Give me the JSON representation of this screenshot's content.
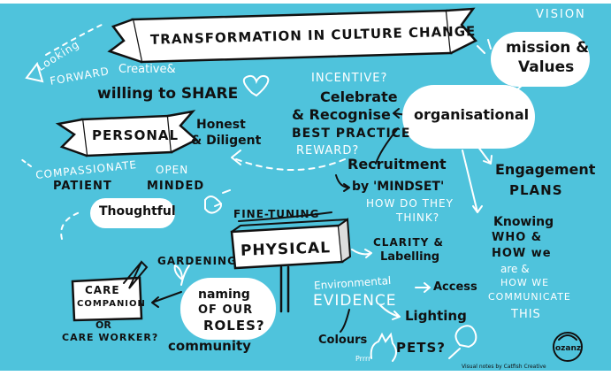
{
  "title": "TRANSFORMATION IN CULTURE CHANGE",
  "vision": "VISION",
  "mission_values": [
    "mission &",
    "Values"
  ],
  "looking_forward": [
    "Looking",
    "FORWARD"
  ],
  "creative": "Creative&",
  "willing_to_share": "willing to SHARE",
  "personal": "PERSONAL",
  "honest": [
    "Honest",
    "& Diligent"
  ],
  "incentive": "INCENTIVE?",
  "celebrate": [
    "Celebrate",
    "& Recognise"
  ],
  "best_practice": "BEST PRACTICE",
  "reward": "REWARD?",
  "organisational": "organisational",
  "compassionate": "COMPASSIONATE",
  "patient": "PATIENT",
  "open_minded": [
    "OPEN",
    "MINDED"
  ],
  "recruitment": [
    "Recruitment",
    "by 'MINDSET'"
  ],
  "how_do_they": [
    "HOW DO THEY",
    "THINK?"
  ],
  "engagement": [
    "Engagement",
    "PLANS"
  ],
  "thoughtful": "Thoughtful",
  "fine_tuning": "FINE-TUNING",
  "physical": "PHYSICAL",
  "gardening": "GARDENING",
  "clarity": [
    "CLARITY &",
    "Labelling"
  ],
  "knowing": [
    "Knowing",
    "WHO &",
    "HOW we",
    "are &",
    "HOW WE",
    "COMMUNICATE",
    "THIS"
  ],
  "care_companion": [
    "CARE",
    "COMPANION"
  ],
  "or_care_worker": [
    "OR",
    "CARE WORKER?"
  ],
  "naming_roles": [
    "naming",
    "OF OUR",
    "ROLES?"
  ],
  "environmental": "Environmental",
  "evidence": "EVIDENCE",
  "access": "Access",
  "lighting": "Lighting",
  "colours": "Colours",
  "pets": "PETS?",
  "prrr": "Prrrr",
  "community": "community",
  "credit": "Visual notes by Catfish Creative",
  "logo": "ozanz",
  "colors": {
    "background": "#4fc3dc",
    "ink": "#111111",
    "paper": "#ffffff"
  }
}
